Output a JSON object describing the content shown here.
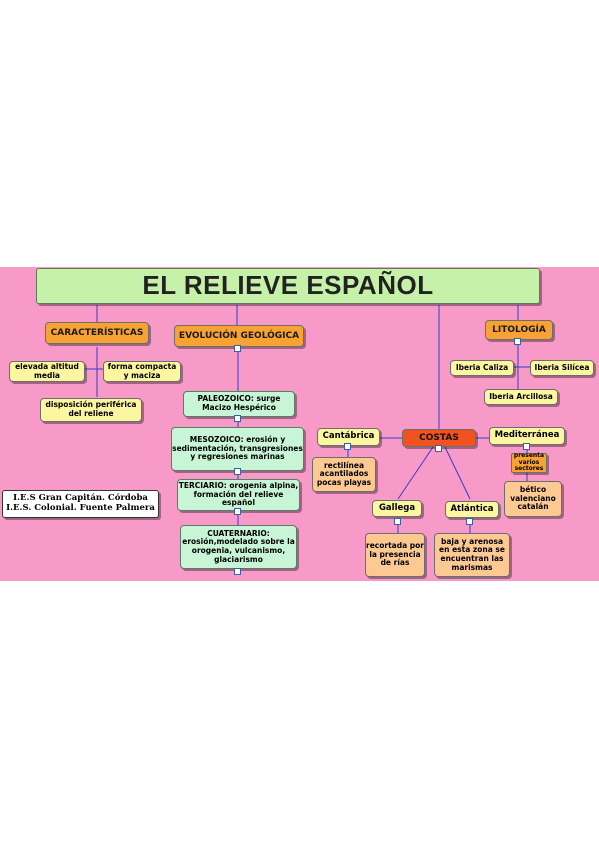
{
  "title": "EL RELIEVE ESPAÑOL",
  "caracteristicas": {
    "label": "CARACTERÍSTICAS",
    "items": [
      "elevada altitud media",
      "forma compacta y maciza",
      "disposición periférica del reliene"
    ]
  },
  "evolucion": {
    "label": "EVOLUCIÓN GEOLÓGICA",
    "items": [
      "PALEOZOICO: surge Macizo Hespérico",
      "MESOZOICO: erosión y sedimentación, transgresiones y regresiones marinas",
      "TERCIARIO: orogenia alpina, formación del relieve español",
      "CUATERNARIO: erosión,modelado sobre la orogenia, vulcanismo, glaciarismo"
    ]
  },
  "litologia": {
    "label": "LITOLOGÍA",
    "items": [
      "Iberia Caliza",
      "Iberia Silícea",
      "Iberia Arcillosa"
    ]
  },
  "costas": {
    "label": "COSTAS",
    "cantabrica": {
      "label": "Cantábrica",
      "desc": "rectilínea acantilados pocas playas"
    },
    "mediterranea": {
      "label": "Mediterránea",
      "link": "presenta varios sectores",
      "desc": "bético valenciano catalán"
    },
    "gallega": {
      "label": "Gallega",
      "desc": "recortada por la presencia de rías"
    },
    "atlantica": {
      "label": "Atlántica",
      "desc": "baja y arenosa en esta zona se encuentran las marismas"
    }
  },
  "credits": "I.E.S Gran Capitán. Córdoba I.E.S. Colonial. Fuente Palmera",
  "colors": {
    "background": "#f79ac8",
    "title_box": "#c5f2a8",
    "category": "#f7a232",
    "costas": "#f0531f",
    "line": "#3a3ad0"
  }
}
